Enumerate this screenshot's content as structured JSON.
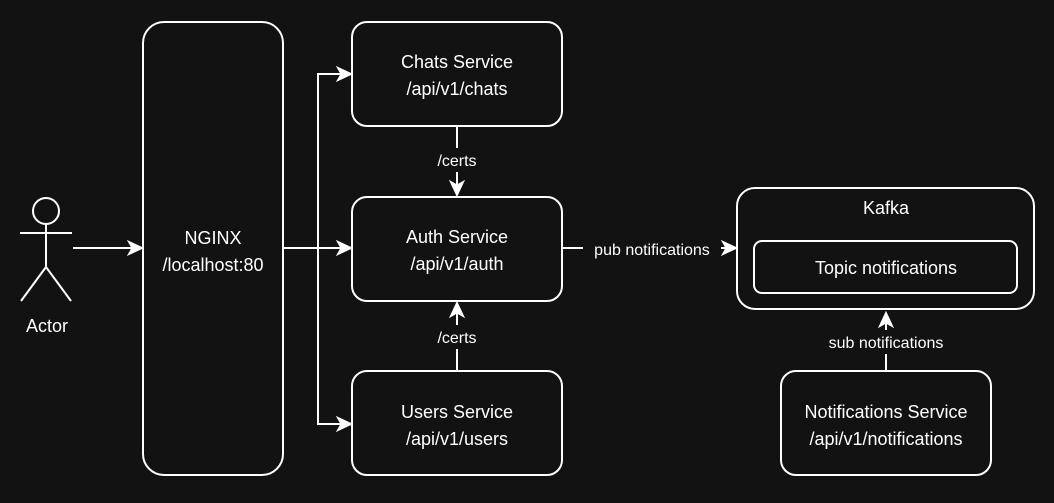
{
  "theme": {
    "background": "#121212",
    "stroke": "#ffffff",
    "text": "#ffffff"
  },
  "actor": {
    "label": "Actor"
  },
  "nginx": {
    "line1": "NGINX",
    "line2": "/localhost:80"
  },
  "chats": {
    "line1": "Chats Service",
    "line2": "/api/v1/chats"
  },
  "auth": {
    "line1": "Auth Service",
    "line2": "/api/v1/auth"
  },
  "users": {
    "line1": "Users Service",
    "line2": "/api/v1/users"
  },
  "kafka": {
    "label": "Kafka",
    "topic": "Topic notifications"
  },
  "notifications": {
    "line1": "Notifications Service",
    "line2": "/api/v1/notifications"
  },
  "edges": {
    "chats_certs": "/certs",
    "users_certs": "/certs",
    "pub": "pub notifications",
    "sub": "sub notifications"
  }
}
